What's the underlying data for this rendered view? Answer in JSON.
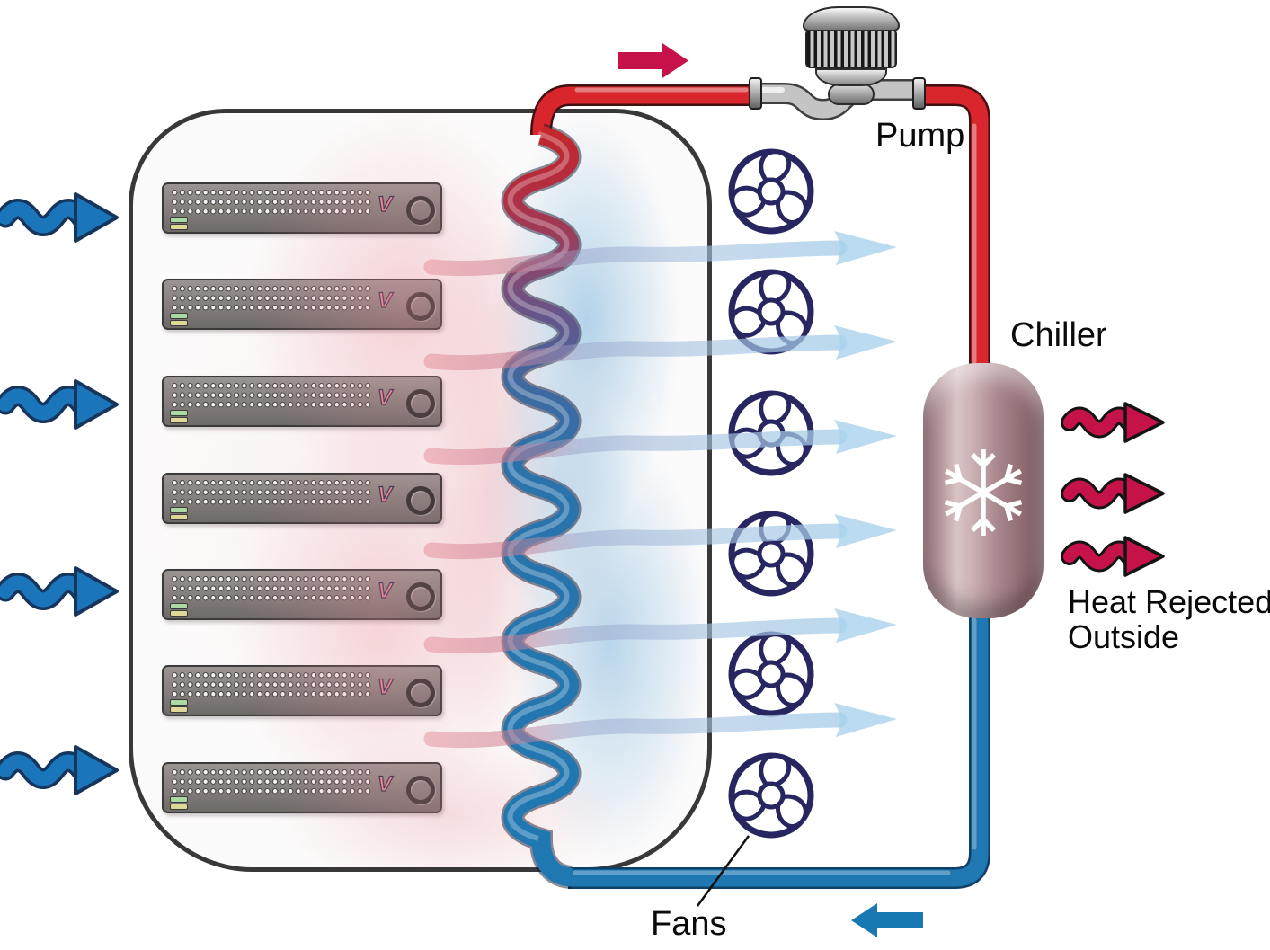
{
  "labels": {
    "pump": "Pump",
    "chiller": "Chiller",
    "heat_rejected": "Heat Rejected Outside",
    "fans": "Fans"
  },
  "server_rack": {
    "logo": "V"
  },
  "counts": {
    "server_racks": 7,
    "fans": 6,
    "cold_air_intake_arrows": 4,
    "airflow_arrows": 6,
    "heat_rejected_arrows": 3
  },
  "icons": {
    "fan": "fan-icon",
    "snowflake": "snowflake-icon",
    "pump": "pump-valve-icon",
    "cold_air_intake": "blue-wavy-arrow-right",
    "heat_rejected": "red-wavy-arrow-right",
    "hot_flow": "red-block-arrow-right",
    "cold_return_flow": "blue-block-arrow-left"
  },
  "colors": {
    "hot_pipe": "#d8262c",
    "cold_pipe": "#1f78b2",
    "heat_arrow": "#c5134a",
    "intake_arrow": "#1b75bb",
    "fan_outline": "#272660",
    "chiller_body": "#b2949a",
    "enclosure_border": "#383838",
    "server_body": "#8a8683",
    "label_text": "#0a0a0a"
  }
}
